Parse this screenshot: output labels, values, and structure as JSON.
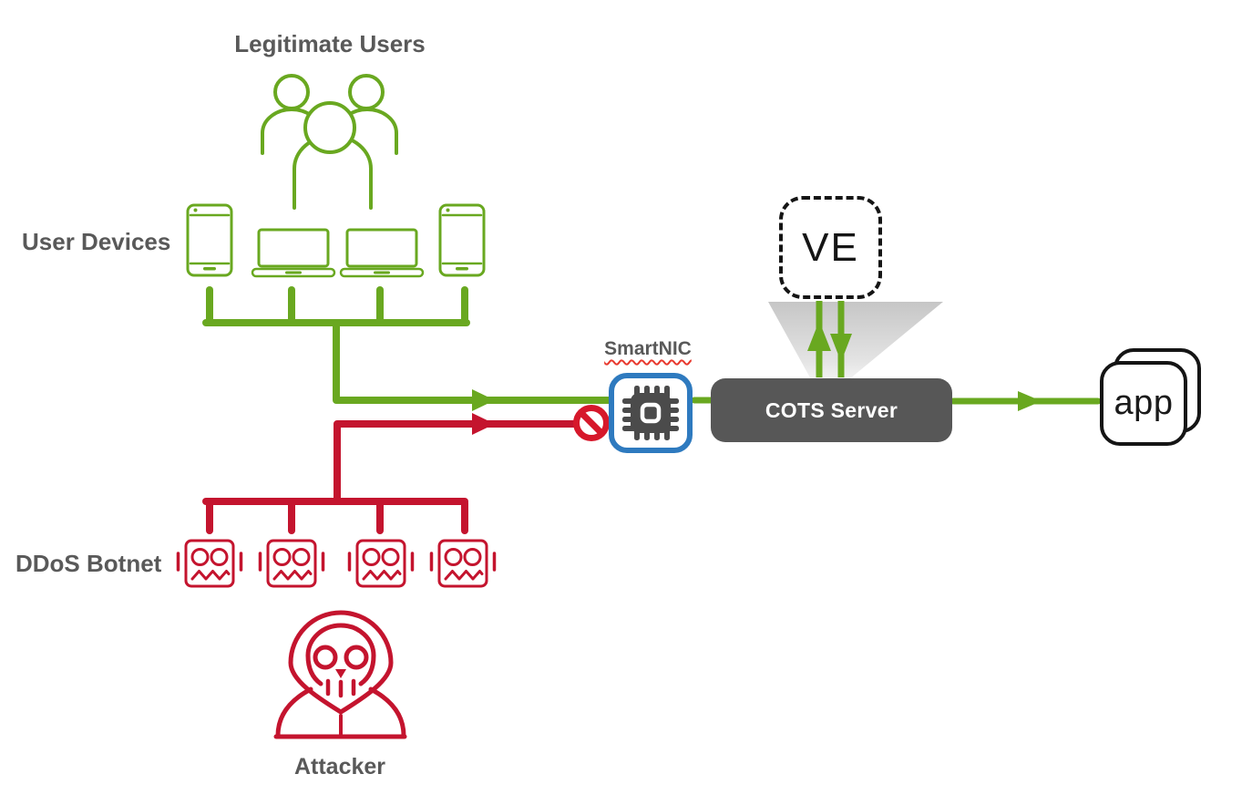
{
  "diagram": {
    "title": "SmartNIC DDoS mitigation diagram",
    "labels": {
      "legitimate_users": "Legitimate Users",
      "user_devices": "User Devices",
      "ddos_botnet": "DDoS Botnet",
      "attacker": "Attacker",
      "smartnic": "SmartNIC",
      "cots_server": "COTS Server",
      "ve": "VE",
      "app": "app"
    },
    "colors": {
      "green": "#69a820",
      "red": "#c4142e",
      "prohibit_red": "#d6182b",
      "gray_text": "#595959",
      "dark_box": "#575757",
      "blue_border": "#2e7abf",
      "chip_dark": "#4b4b4b",
      "ink": "#151515"
    },
    "icons": {
      "users": "users-group-icon",
      "phone": "phone-icon",
      "laptop": "laptop-icon",
      "robot": "botnet-robot-icon",
      "attacker": "attacker-skull-hoodie-icon",
      "chip": "smartnic-chip-icon",
      "blocked": "blocked-sign-icon",
      "app": "app-stack-icon",
      "up_arrow": "up-arrow-icon",
      "down_arrow": "down-arrow-icon",
      "right_arrow": "right-arrow-icon"
    }
  }
}
